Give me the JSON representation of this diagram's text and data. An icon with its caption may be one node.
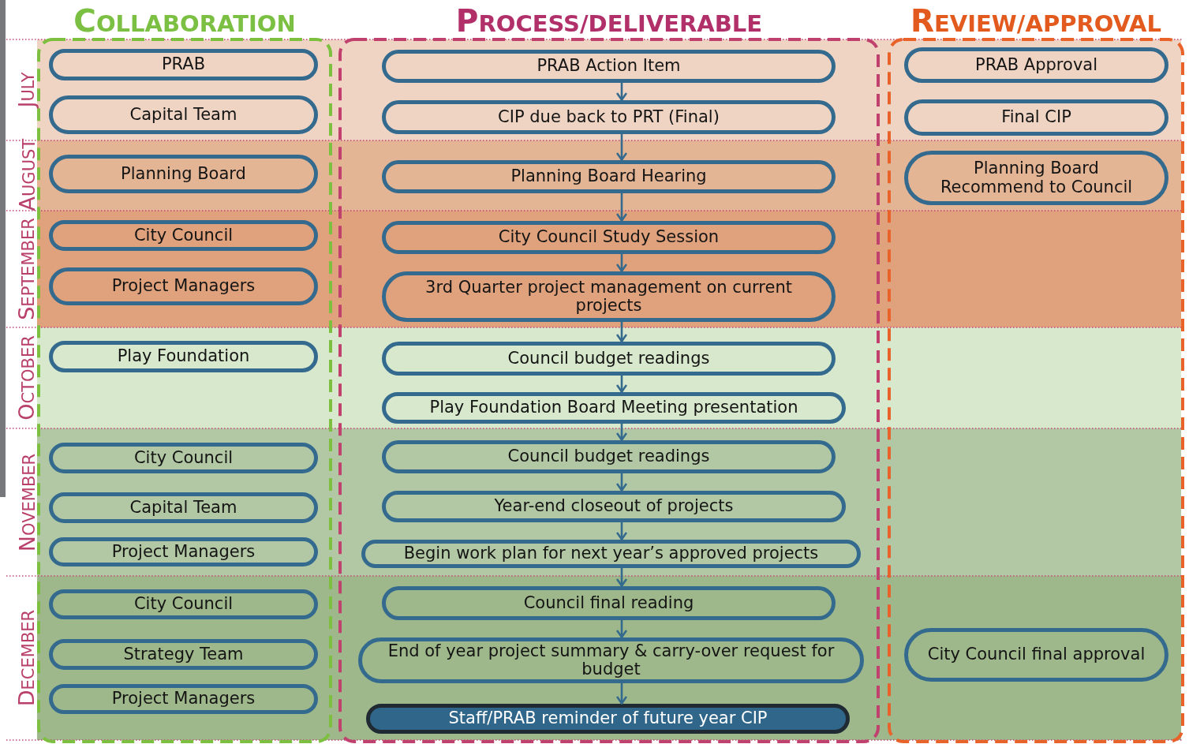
{
  "diagram": {
    "nodes": [
      {
        "text": [
          "COLLABORATION"
        ]
      },
      {
        "text": [
          "PROCESS/DELIVERABLE"
        ]
      },
      {
        "text": [
          "REVIEW/APPROVAL"
        ]
      },
      {
        "text": [
          "PRAB"
        ],
        "in": 0
      },
      {
        "text": [
          "Capital Team"
        ],
        "in": 0
      },
      {
        "text": [
          "Planning Board"
        ],
        "in": 0
      },
      {
        "text": [
          "City Council"
        ],
        "in": 0
      },
      {
        "text": [
          "Project Managers"
        ],
        "in": 0
      },
      {
        "text": [
          "Play Foundation"
        ],
        "in": 0
      },
      {
        "text": [
          "City Council"
        ],
        "in": 0
      },
      {
        "text": [
          "Capital Team"
        ],
        "in": 0
      },
      {
        "text": [
          "Project Managers"
        ],
        "in": 0
      },
      {
        "text": [
          "City Council"
        ],
        "in": 0
      },
      {
        "text": [
          "Strategy Team"
        ],
        "in": 0
      },
      {
        "text": [
          "Project Managers"
        ],
        "in": 0
      },
      {
        "text": [
          "PRAB Action Item"
        ],
        "in": 1
      },
      {
        "text": [
          "CIP due back to PRT (Final)"
        ],
        "in": 1
      },
      {
        "text": [
          "Planning Board Hearing"
        ],
        "in": 1
      },
      {
        "text": [
          "City Council Study Session"
        ],
        "in": 1
      },
      {
        "text": [
          "3rd Quarter project management on current projects"
        ],
        "in": 1
      },
      {
        "text": [
          "Council budget readings"
        ],
        "in": 1
      },
      {
        "text": [
          "Play Foundation Board Meeting presentation"
        ],
        "in": 1
      },
      {
        "text": [
          "Council budget readings"
        ],
        "in": 1
      },
      {
        "text": [
          "Year-end closeout of projects"
        ],
        "in": 1
      },
      {
        "text": [
          "Begin work plan for next year’s approved projects"
        ],
        "in": 1
      },
      {
        "text": [
          "Council final reading"
        ],
        "in": 1
      },
      {
        "text": [
          "End of year project summary & carry-over request for budget"
        ],
        "in": 1
      },
      {
        "text": [
          "Staff/PRAB reminder of future year CIP"
        ],
        "in": 1
      },
      {
        "text": [
          "PRAB Approval"
        ],
        "in": 2
      },
      {
        "text": [
          "Final CIP"
        ],
        "in": 2
      },
      {
        "text": [
          "Planning Board Recommend to Council"
        ],
        "in": 2
      },
      {
        "text": [
          "City Council final approval"
        ],
        "in": 2
      }
    ],
    "edges": [
      {
        "from": 15,
        "to": 16,
        "arrow": "to"
      },
      {
        "from": 16,
        "to": 17,
        "arrow": "to"
      },
      {
        "from": 17,
        "to": 18,
        "arrow": "to"
      },
      {
        "from": 18,
        "to": 19,
        "arrow": "to"
      },
      {
        "from": 19,
        "to": 20,
        "arrow": "to"
      },
      {
        "from": 20,
        "to": 21,
        "arrow": "to"
      },
      {
        "from": 21,
        "to": 22,
        "arrow": "to"
      },
      {
        "from": 22,
        "to": 23,
        "arrow": "to"
      },
      {
        "from": 23,
        "to": 24,
        "arrow": "to"
      },
      {
        "from": 24,
        "to": 25,
        "arrow": "to"
      },
      {
        "from": 25,
        "to": 26,
        "arrow": "to"
      },
      {
        "from": 26,
        "to": 27,
        "arrow": "to"
      }
    ],
    "labels": [
      "JULY",
      "AUGUST",
      "SEPTEMBER",
      "OCTOBER",
      "NOVEMBER",
      "DECEMBER"
    ]
  }
}
